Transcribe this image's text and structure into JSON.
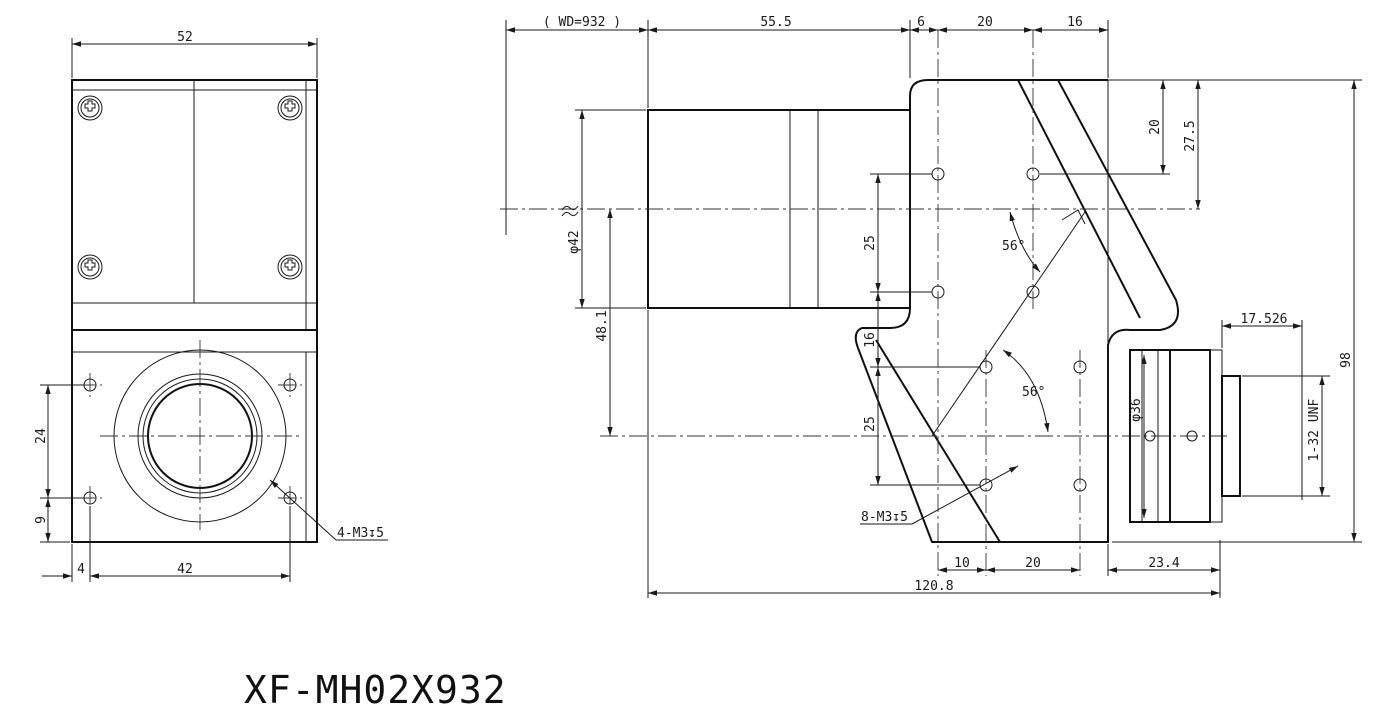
{
  "title": "XF-MH02X932",
  "front_view": {
    "dims": {
      "width": "52",
      "height_a": "24",
      "height_b": "9",
      "left_offset": "4",
      "hole_spacing": "42",
      "thread_note": "4-M3↧5"
    }
  },
  "side_view": {
    "dims": {
      "wd": "( WD=932 )",
      "lens_length": "55.5",
      "gap": "6",
      "spacing_a": "20",
      "spacing_b": "16",
      "top_20": "20",
      "top_27_5": "27.5",
      "lens_dia": "φ42",
      "offset_48_1": "48.1",
      "v_25_top": "25",
      "v_16": "16",
      "v_25_bot": "25",
      "angle_top": "56°",
      "angle_bot": "56°",
      "thread_note": "8-M3↧5",
      "bottom_10": "10",
      "bottom_20": "20",
      "bottom_23_4": "23.4",
      "total_length": "120.8",
      "height_98": "98",
      "cam_dia": "φ36",
      "mount_17_526": "17.526",
      "mount_thread": "1-32 UNF"
    }
  }
}
